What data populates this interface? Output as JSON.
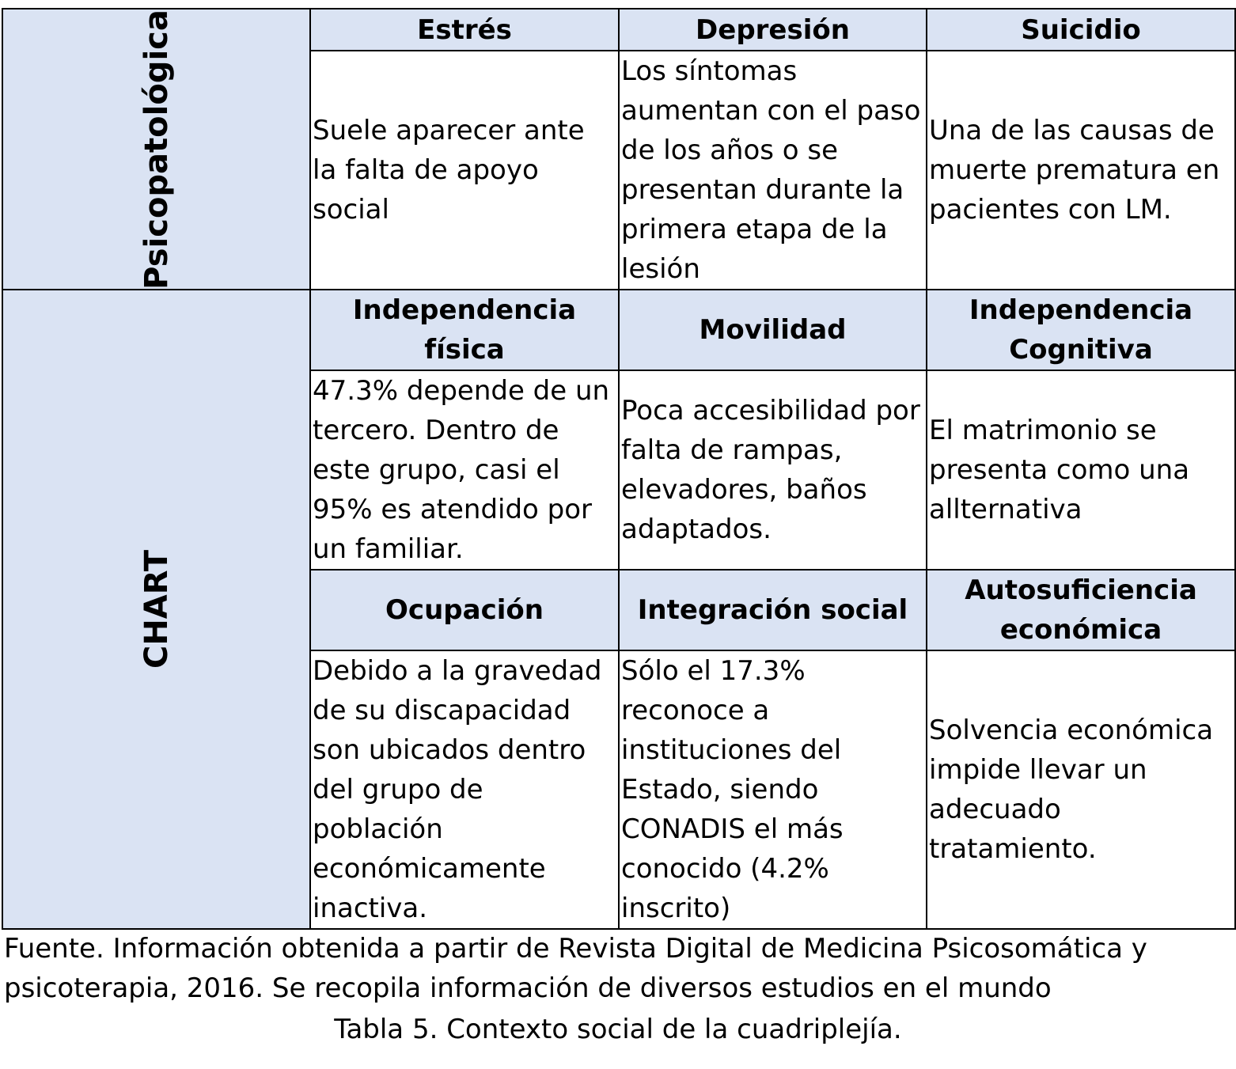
{
  "table": {
    "sections": [
      {
        "label": "Psicopatológica",
        "groups": [
          {
            "headers": [
              "Estrés",
              "Depresión",
              "Suicidio"
            ],
            "cells": [
              "Suele aparecer ante la falta de apoyo social",
              "Los síntomas aumentan con el paso de los años o se presentan durante la primera etapa de la lesión",
              "Una de las causas de muerte prematura en pacientes con LM."
            ]
          }
        ]
      },
      {
        "label": "CHART",
        "groups": [
          {
            "headers": [
              "Independencia física",
              "Movilidad",
              "Independencia Cognitiva"
            ],
            "cells": [
              "47.3% depende de un tercero. Dentro de este grupo, casi el 95% es atendido por un familiar.",
              "Poca accesibilidad por falta de rampas, elevadores, baños adaptados.",
              "El matrimonio se presenta como una allternativa"
            ]
          },
          {
            "headers": [
              "Ocupación",
              "Integración social",
              "Autosuficiencia económica"
            ],
            "cells": [
              "Debido a la gravedad de su discapacidad son ubicados dentro del grupo de población económicamente inactiva.",
              "Sólo el 17.3% reconoce a instituciones del Estado, siendo CONADIS el más conocido (4.2% inscrito)",
              "Solvencia económica impide llevar un adecuado tratamiento."
            ]
          }
        ]
      }
    ]
  },
  "source_note": "Fuente. Información obtenida a partir de Revista Digital de Medicina Psicosomática y psicoterapia, 2016. Se recopila información de diversos estudios en el mundo",
  "caption": "Tabla 5. Contexto social de la cuadriplejía.",
  "colors": {
    "header_fill": "#dae3f3",
    "border": "#000000"
  }
}
